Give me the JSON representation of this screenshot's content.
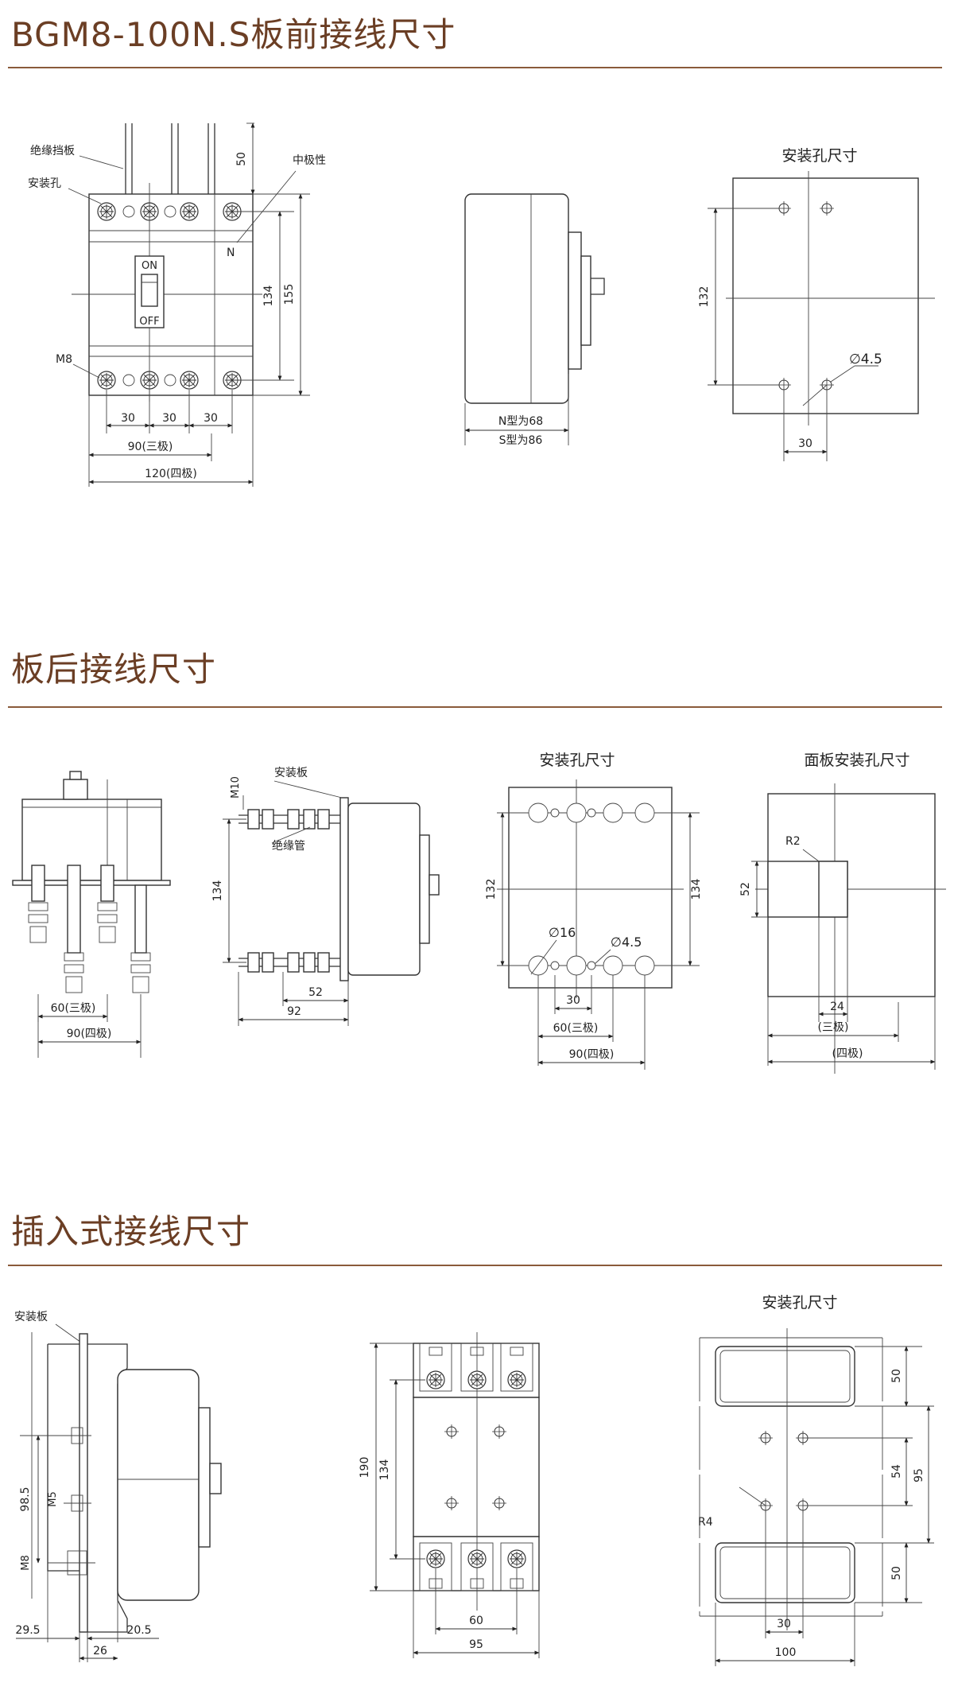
{
  "sections": {
    "front": {
      "title": "BGM8-100N.S板前接线尺寸"
    },
    "rear": {
      "title": "板后接线尺寸"
    },
    "plugin": {
      "title": "插入式接线尺寸"
    }
  },
  "front_diagram": {
    "labels": {
      "insulating_board": "绝缘挡板",
      "mount_hole": "安装孔",
      "neutral_pole": "中极性",
      "n": "N",
      "m8": "M8",
      "on": "ON",
      "off": "OFF",
      "d50": "50",
      "d134": "134",
      "d155": "155",
      "d30a": "30",
      "d30b": "30",
      "d30c": "30",
      "d90": "90(三极)",
      "d120": "120(四极)",
      "n_depth": "N型为68",
      "s_depth": "S型为86",
      "hole_title": "安装孔尺寸",
      "h132": "132",
      "phi45": "∅4.5",
      "h30": "30"
    }
  },
  "rear_diagram": {
    "labels": {
      "d60": "60(三极)",
      "d90": "90(四极)",
      "mount_board": "安装板",
      "m10": "M10",
      "insul_tube": "绝缘管",
      "d134": "134",
      "d52": "52",
      "d92": "92",
      "hole_title": "安装孔尺寸",
      "h132": "132",
      "h134": "134",
      "phi16": "∅16",
      "phi45": "∅4.5",
      "h30": "30",
      "h60": "60(三极)",
      "h90": "90(四极)",
      "panel_title": "面板安装孔尺寸",
      "r2": "R2",
      "p52": "52",
      "p24": "24",
      "p3": "(三极)",
      "p4": "(四极)"
    }
  },
  "plugin_diagram": {
    "labels": {
      "mount_board": "安装板",
      "d98_5": "98.5",
      "m5": "M5",
      "m8": "M8",
      "d29_5": "29.5",
      "d20_5": "20.5",
      "d26": "26",
      "d190": "190",
      "d134": "134",
      "d60": "60",
      "d95": "95",
      "hole_title": "安装孔尺寸",
      "d50a": "50",
      "d95b": "95",
      "d54": "54",
      "d50b": "50",
      "r4": "R4",
      "d30": "30",
      "d100": "100"
    }
  }
}
